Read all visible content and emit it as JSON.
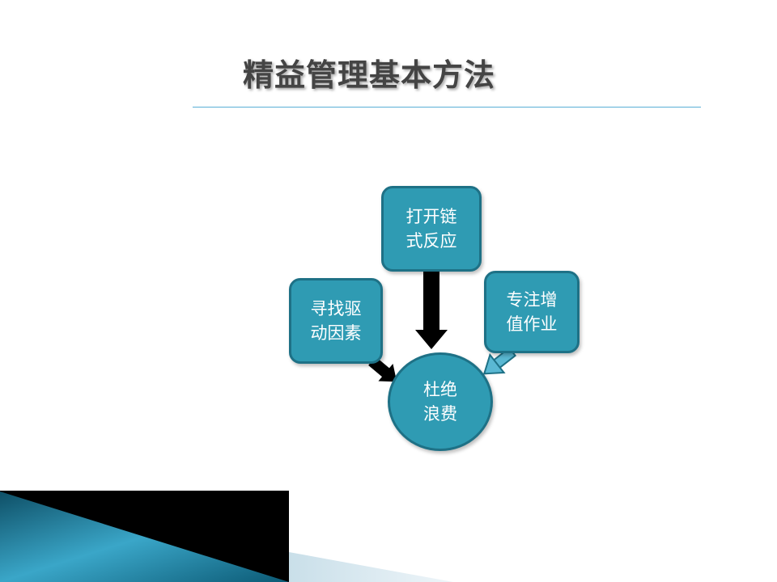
{
  "slide": {
    "title": "精益管理基本方法",
    "accent_color": "#2f9bb3",
    "border_color": "#1e7186"
  },
  "diagram": {
    "center": {
      "label": "杜绝浪费"
    },
    "nodes": [
      {
        "id": "top",
        "label": "打开链式反应"
      },
      {
        "id": "left",
        "label": "寻找驱动因素"
      },
      {
        "id": "right",
        "label": "专注增值作业"
      }
    ]
  }
}
